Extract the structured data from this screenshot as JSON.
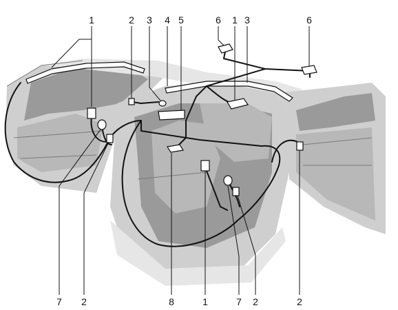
{
  "callouts_top": [
    "1",
    "2",
    "3",
    "4",
    "5",
    "6",
    "1",
    "3",
    "6"
  ],
  "callouts_bottom": [
    "7",
    "2",
    "8",
    "1",
    "7",
    "2",
    "2"
  ],
  "colors": {
    "background": "#ffffff",
    "ink": "#111111",
    "car_body": "#cfcfcf",
    "car_shadow": "#9a9a9a"
  },
  "icons": [
    "airbag-module-icon",
    "sensor-icon",
    "connector-icon",
    "curtain-airbag-icon",
    "control-unit-icon"
  ]
}
